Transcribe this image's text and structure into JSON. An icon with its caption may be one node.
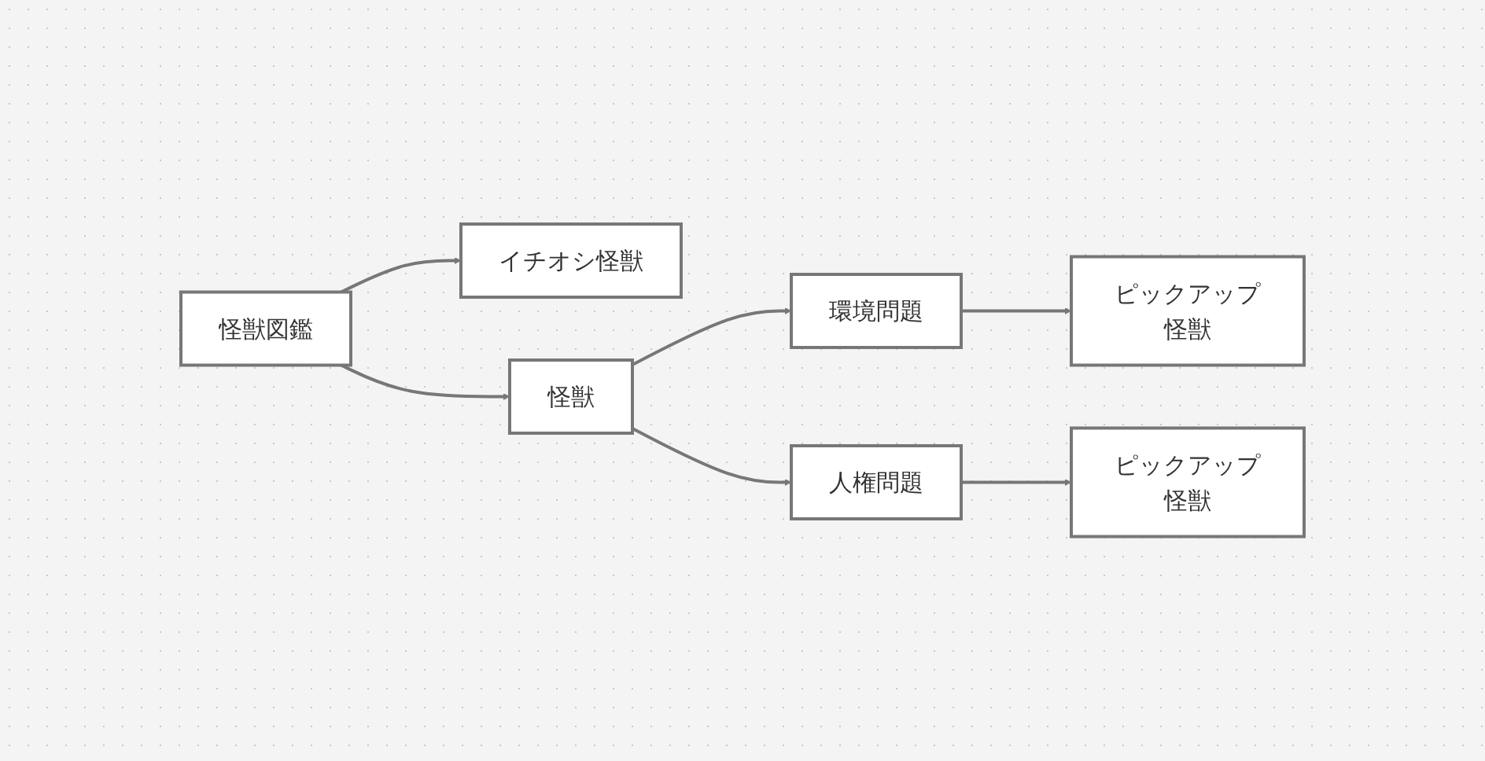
{
  "diagram": {
    "nodes": [
      {
        "text": [
          "怪獣図鑑"
        ]
      },
      {
        "text": [
          "イチオシ怪獣"
        ]
      },
      {
        "text": [
          "怪獣"
        ]
      },
      {
        "text": [
          "環境問題"
        ]
      },
      {
        "text": [
          "ピックアップ怪獣"
        ]
      },
      {
        "text": [
          "人権問題"
        ]
      },
      {
        "text": [
          "ピックアップ怪獣"
        ]
      }
    ],
    "edges": [
      {
        "from": 0,
        "to": 1,
        "arrow": "to"
      },
      {
        "from": 0,
        "to": 2,
        "arrow": "to"
      },
      {
        "from": 2,
        "to": 3,
        "arrow": "to"
      },
      {
        "from": 2,
        "to": 5,
        "arrow": "to"
      },
      {
        "from": 3,
        "to": 4,
        "arrow": "to"
      },
      {
        "from": 5,
        "to": 6,
        "arrow": "to"
      }
    ]
  }
}
